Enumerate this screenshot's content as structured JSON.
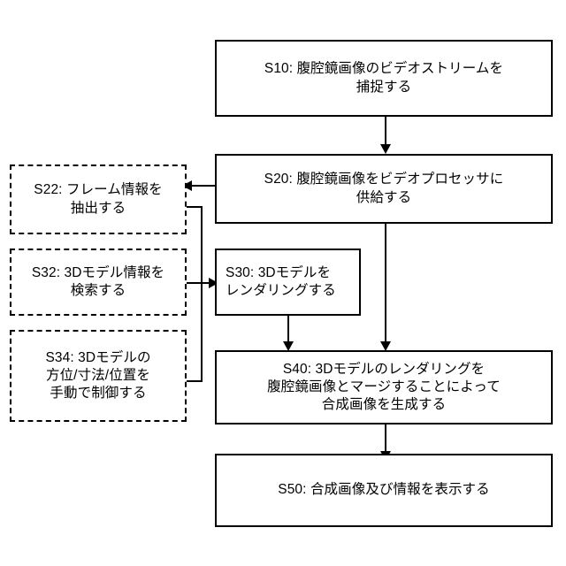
{
  "diagram": {
    "type": "flowchart",
    "title": "",
    "language": "ja",
    "background_color": "#ffffff",
    "line_color": "#000000",
    "nodes": [
      {
        "id": "S10",
        "label": "S10: 腹腔鏡画像のビデオストリームを\n捕捉する",
        "style": "solid",
        "align": "center"
      },
      {
        "id": "S20",
        "label": "S20: 腹腔鏡画像をビデオプロセッサに\n供給する",
        "style": "solid",
        "align": "center"
      },
      {
        "id": "S22",
        "label": "S22: フレーム情報を\n抽出する",
        "style": "dashed",
        "align": "center"
      },
      {
        "id": "S32",
        "label": "S32: 3Dモデル情報を\n検索する",
        "style": "dashed",
        "align": "center"
      },
      {
        "id": "S34",
        "label": "S34: 3Dモデルの\n方位/寸法/位置を\n手動で制御する",
        "style": "dashed",
        "align": "center"
      },
      {
        "id": "S30",
        "label": "S30: 3Dモデルを\nレンダリングする",
        "style": "solid",
        "align": "left"
      },
      {
        "id": "S40",
        "label": "S40: 3Dモデルのレンダリングを\n腹腔鏡画像とマージすることによって\n合成画像を生成する",
        "style": "solid",
        "align": "center"
      },
      {
        "id": "S50",
        "label": "S50: 合成画像及び情報を表示する",
        "style": "solid",
        "align": "center"
      }
    ],
    "edges": [
      {
        "id": "e1",
        "from": "S10",
        "to": "S20",
        "arrow": "down"
      },
      {
        "id": "e2",
        "from": "S20",
        "to": "S22",
        "arrow": "left"
      },
      {
        "id": "e3",
        "from": "S22",
        "to": "S30",
        "arrow": "right"
      },
      {
        "id": "e4",
        "from": "S32",
        "to": "S30",
        "arrow": "right"
      },
      {
        "id": "e5",
        "from": "S34",
        "to": "S30",
        "arrow": "right"
      },
      {
        "id": "e6",
        "from": "S30",
        "to": "S40",
        "arrow": "down"
      },
      {
        "id": "e7",
        "from": "S20",
        "to": "S40",
        "arrow": "down"
      },
      {
        "id": "e8",
        "from": "S40",
        "to": "S50",
        "arrow": "down"
      }
    ]
  }
}
